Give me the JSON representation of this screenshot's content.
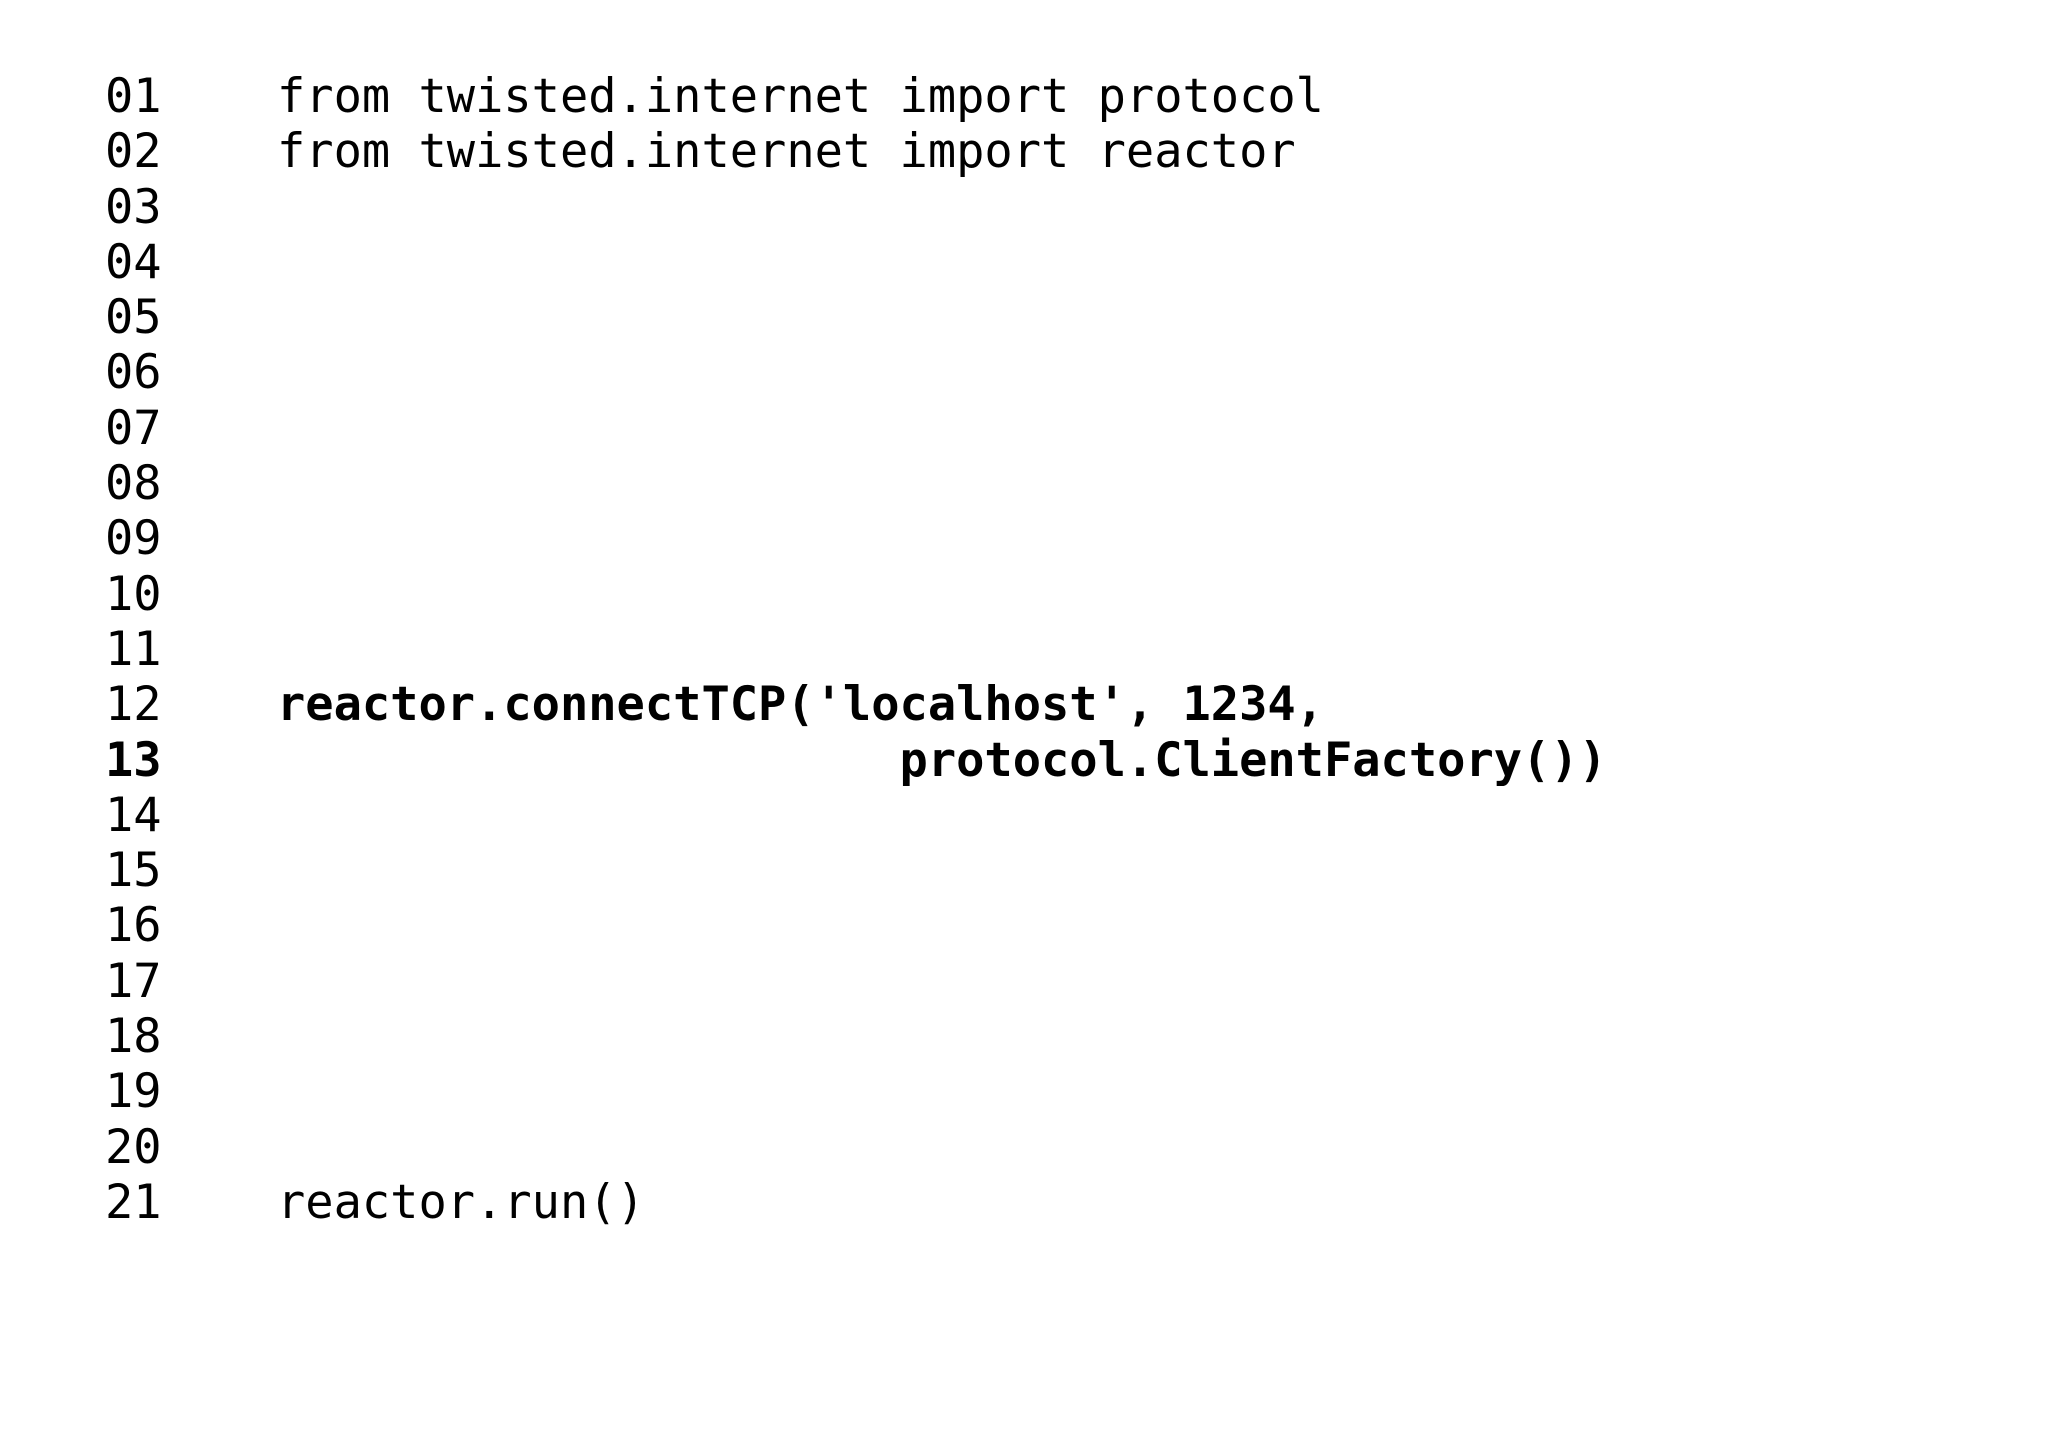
{
  "document": {
    "background_color": "#ffffff",
    "text_color": "#000000",
    "description": "Code listing with line numbers"
  },
  "code_listing": {
    "language": "python",
    "lines": [
      {
        "number": "01",
        "code": "from twisted.internet import protocol",
        "bold_number": false,
        "bold_code": false
      },
      {
        "number": "02",
        "code": "from twisted.internet import reactor",
        "bold_number": false,
        "bold_code": false
      },
      {
        "number": "03",
        "code": "",
        "bold_number": false,
        "bold_code": false
      },
      {
        "number": "04",
        "code": "",
        "bold_number": false,
        "bold_code": false
      },
      {
        "number": "05",
        "code": "",
        "bold_number": false,
        "bold_code": false
      },
      {
        "number": "06",
        "code": "",
        "bold_number": false,
        "bold_code": false
      },
      {
        "number": "07",
        "code": "",
        "bold_number": false,
        "bold_code": false
      },
      {
        "number": "08",
        "code": "",
        "bold_number": false,
        "bold_code": false
      },
      {
        "number": "09",
        "code": "",
        "bold_number": false,
        "bold_code": false
      },
      {
        "number": "10",
        "code": "",
        "bold_number": false,
        "bold_code": false
      },
      {
        "number": "11",
        "code": "",
        "bold_number": false,
        "bold_code": false
      },
      {
        "number": "12",
        "code": "reactor.connectTCP('localhost', 1234,",
        "bold_number": false,
        "bold_code": true
      },
      {
        "number": "13",
        "code": "                      protocol.ClientFactory())",
        "bold_number": true,
        "bold_code": true
      },
      {
        "number": "14",
        "code": "",
        "bold_number": false,
        "bold_code": false
      },
      {
        "number": "15",
        "code": "",
        "bold_number": false,
        "bold_code": false
      },
      {
        "number": "16",
        "code": "",
        "bold_number": false,
        "bold_code": false
      },
      {
        "number": "17",
        "code": "",
        "bold_number": false,
        "bold_code": false
      },
      {
        "number": "18",
        "code": "",
        "bold_number": false,
        "bold_code": false
      },
      {
        "number": "19",
        "code": "",
        "bold_number": false,
        "bold_code": false
      },
      {
        "number": "20",
        "code": "",
        "bold_number": false,
        "bold_code": false
      },
      {
        "number": "21",
        "code": "reactor.run()",
        "bold_number": false,
        "bold_code": false
      }
    ]
  }
}
